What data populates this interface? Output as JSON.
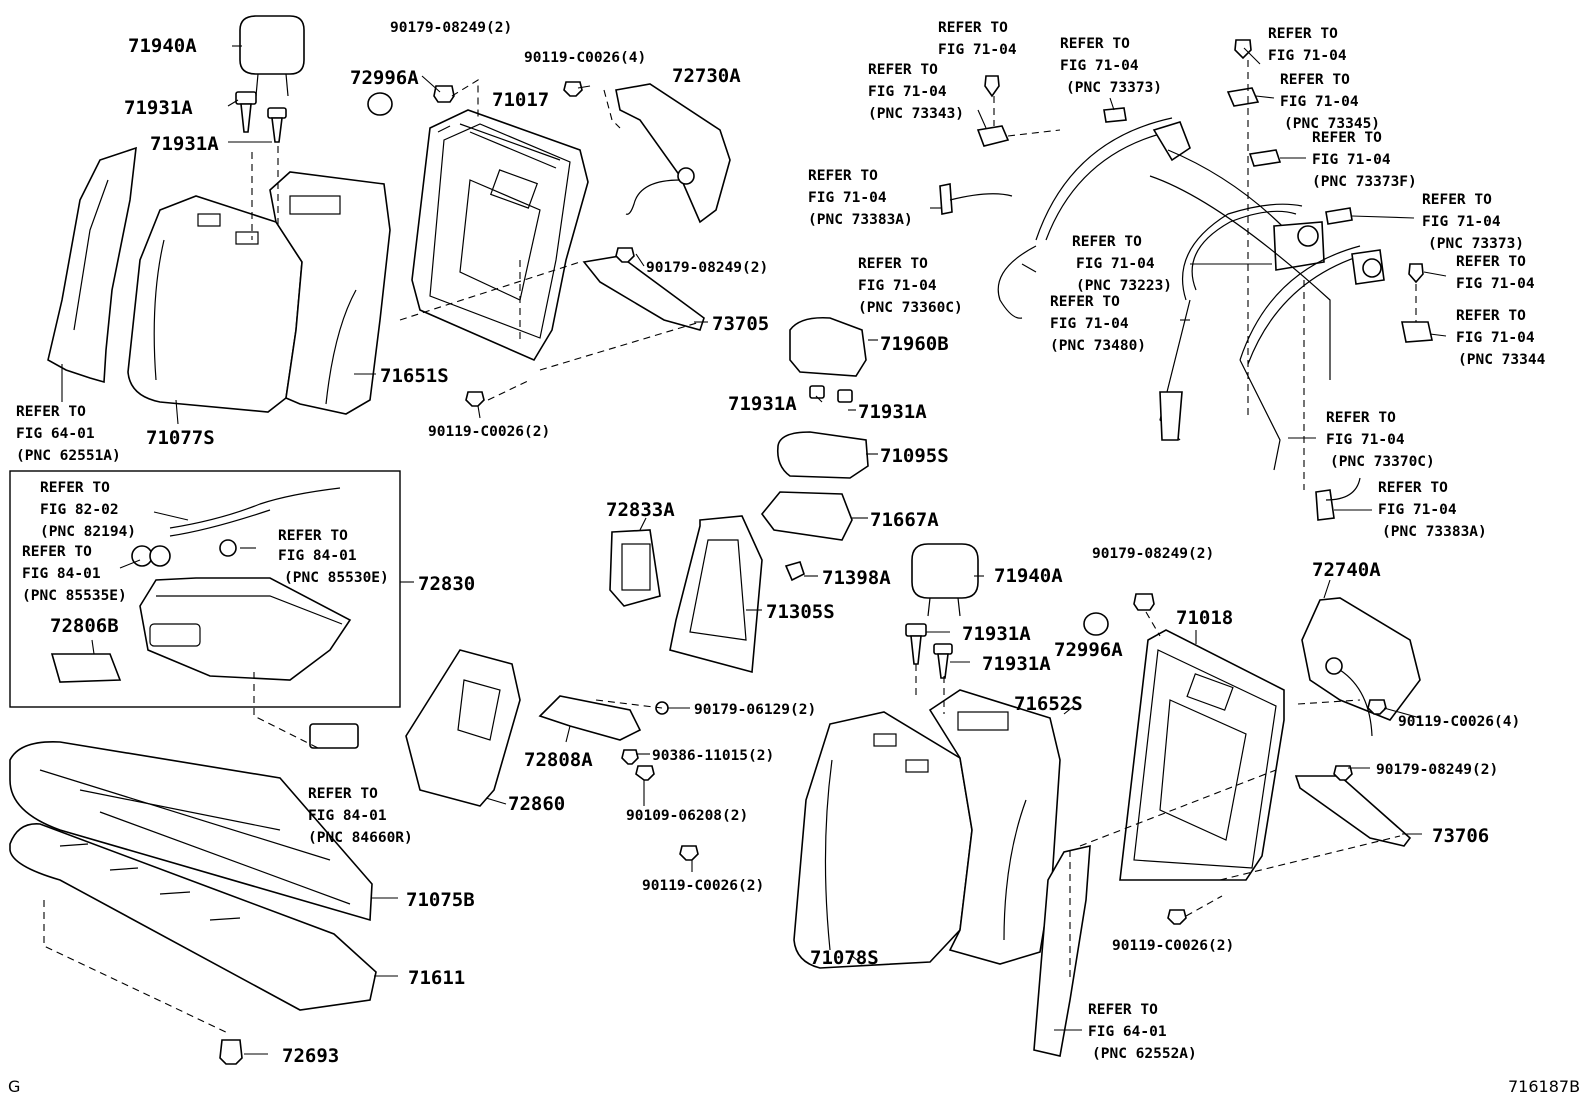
{
  "parts": {
    "p71940A_1": "71940A",
    "p71931A_1": "71931A",
    "p71931A_2": "71931A",
    "p72996A_1": "72996A",
    "p90179_1": "90179-08249(2)",
    "p90119_1": "90119-C0026(4)",
    "p72730A": "72730A",
    "p71017": "71017",
    "p90179_2": "90179-08249(2)",
    "p73705": "73705",
    "p71651S": "71651S",
    "p71077S": "71077S",
    "p90119_2": "90119-C0026(2)",
    "p72830": "72830",
    "p72806B": "72806B",
    "p72833A": "72833A",
    "p71305S": "71305S",
    "p71960B": "71960B",
    "p71931A_3": "71931A",
    "p71931A_4": "71931A",
    "p71095S": "71095S",
    "p71667A": "71667A",
    "p71398A": "71398A",
    "p90179_3": "90179-06129(2)",
    "p90386": "90386-11015(2)",
    "p72808A": "72808A",
    "p90109": "90109-06208(2)",
    "p90119_3": "90119-C0026(2)",
    "p72860": "72860",
    "p71075B": "71075B",
    "p71611": "71611",
    "p72693": "72693",
    "p71940A_2": "71940A",
    "p71931A_5": "71931A",
    "p71931A_6": "71931A",
    "p72996A_2": "72996A",
    "p90179_4": "90179-08249(2)",
    "p71018": "71018",
    "p72740A": "72740A",
    "p71652S": "71652S",
    "p90119_4": "90119-C0026(4)",
    "p90179_5": "90179-08249(2)",
    "p73706": "73706",
    "p90119_5": "90119-C0026(2)",
    "p71078S": "71078S"
  },
  "refs": {
    "r1": {
      "a": "REFER TO",
      "b": "FIG 64-01",
      "c": "(PNC 62551A)"
    },
    "r2": {
      "a": "REFER TO",
      "b": "FIG 82-02",
      "c": "(PNC 82194)"
    },
    "r3": {
      "a": "REFER TO",
      "b": "FIG 84-01",
      "c": "(PNC 85535E)"
    },
    "r4": {
      "a": "REFER TO",
      "b": "FIG 84-01",
      "c": "(PNC 85530E)"
    },
    "r5": {
      "a": "REFER TO",
      "b": "FIG 84-01",
      "c": "(PNC 84660R)"
    },
    "r6": {
      "a": "REFER TO",
      "b": "FIG 71-04"
    },
    "r7": {
      "a": "REFER TO",
      "b": "FIG 71-04",
      "c": "(PNC 73343)"
    },
    "r8": {
      "a": "REFER TO",
      "b": "FIG 71-04",
      "c": "(PNC 73373)"
    },
    "r9": {
      "a": "REFER TO",
      "b": "FIG 71-04"
    },
    "r10": {
      "a": "REFER TO",
      "b": "FIG 71-04",
      "c": "(PNC 73345)"
    },
    "r11": {
      "a": "REFER TO",
      "b": "FIG 71-04",
      "c": "(PNC 73373F)"
    },
    "r12": {
      "a": "REFER TO",
      "b": "FIG 71-04",
      "c": "(PNC 73383A)"
    },
    "r13": {
      "a": "REFER TO",
      "b": "FIG 71-04",
      "c": "(PNC 73373)"
    },
    "r14": {
      "a": "REFER TO",
      "b": "FIG 71-04",
      "c": "(PNC 73223)"
    },
    "r15": {
      "a": "REFER TO",
      "b": "FIG 71-04",
      "c": "(PNC 73360C)"
    },
    "r16": {
      "a": "REFER TO",
      "b": "FIG 71-04"
    },
    "r17": {
      "a": "REFER TO",
      "b": "FIG 71-04",
      "c": "(PNC 73480)"
    },
    "r18": {
      "a": "REFER TO",
      "b": "FIG 71-04",
      "c": "(PNC 73344"
    },
    "r19": {
      "a": "REFER TO",
      "b": "FIG 71-04",
      "c": "(PNC 73370C)"
    },
    "r20": {
      "a": "REFER TO",
      "b": "FIG 71-04",
      "c": "(PNC 73383A)"
    },
    "r21": {
      "a": "REFER TO",
      "b": "FIG 64-01",
      "c": "(PNC 62552A)"
    }
  },
  "corner_left": "G",
  "figure_id": "716187B"
}
